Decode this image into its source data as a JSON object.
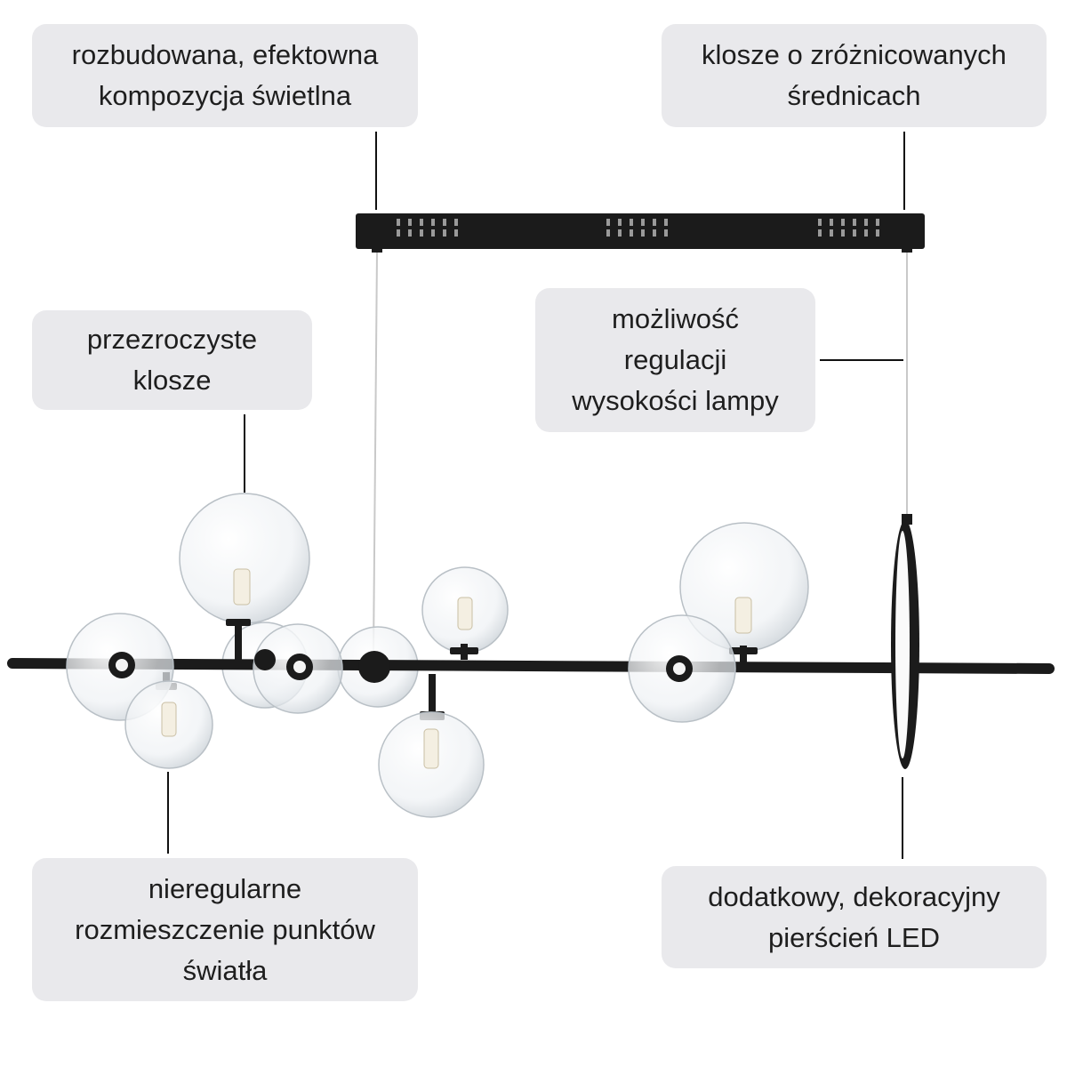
{
  "annotations": {
    "composition": {
      "lines": [
        "rozbudowana, efektowna",
        "kompozycja świetlna"
      ]
    },
    "diameters": {
      "lines": [
        "klosze o zróżnicowanych",
        "średnicach"
      ]
    },
    "clear_shades": {
      "lines": [
        "przezroczyste",
        "klosze"
      ]
    },
    "height_adjust": {
      "lines": [
        "możliwość",
        "regulacji",
        "wysokości lampy"
      ]
    },
    "irregular": {
      "lines": [
        "nieregularne",
        "rozmieszczenie punktów",
        "światła"
      ]
    },
    "led_ring": {
      "lines": [
        "dodatkowy, dekoracyjny",
        "pierścień LED"
      ]
    }
  },
  "colors": {
    "label_background": "#e9e9ec",
    "label_text": "#1e1e1e",
    "metal": "#1b1b1b",
    "glass": "#f3f5f7",
    "glass_edge": "#b9c0c6",
    "wire": "#c9c9c9"
  }
}
